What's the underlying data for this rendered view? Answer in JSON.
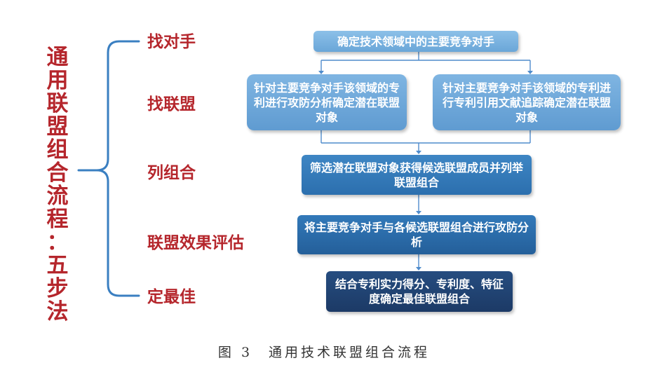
{
  "title_chars": [
    "通",
    "用",
    "联",
    "盟",
    "组",
    "合",
    "流",
    "程",
    "：",
    "五",
    "步",
    "法"
  ],
  "steps": {
    "s1": "找对手",
    "s2": "找联盟",
    "s3": "列组合",
    "s4": "联盟效果评估",
    "s5": "定最佳"
  },
  "boxes": {
    "b1": "确定技术领域中的主要竞争对手",
    "b2a": "针对主要竞争对手该领域的专利进行攻防分析确定潜在联盟对象",
    "b2b": "针对主要竞争对手该领域的专利进行专利引用文献追踪确定潜在联盟对象",
    "b3": "筛选潜在联盟对象获得候选联盟成员并列举联盟组合",
    "b4": "将主要竞争对手与各候选联盟组合进行攻防分析",
    "b5": "结合专利实力得分、专利度、特征度确定最佳联盟组合"
  },
  "caption": "图 3　通用技术联盟组合流程",
  "colors": {
    "title_red": "#b5262c",
    "brace_blue": "#3a7fc1",
    "arrow_blue": "#4f8ccc"
  }
}
